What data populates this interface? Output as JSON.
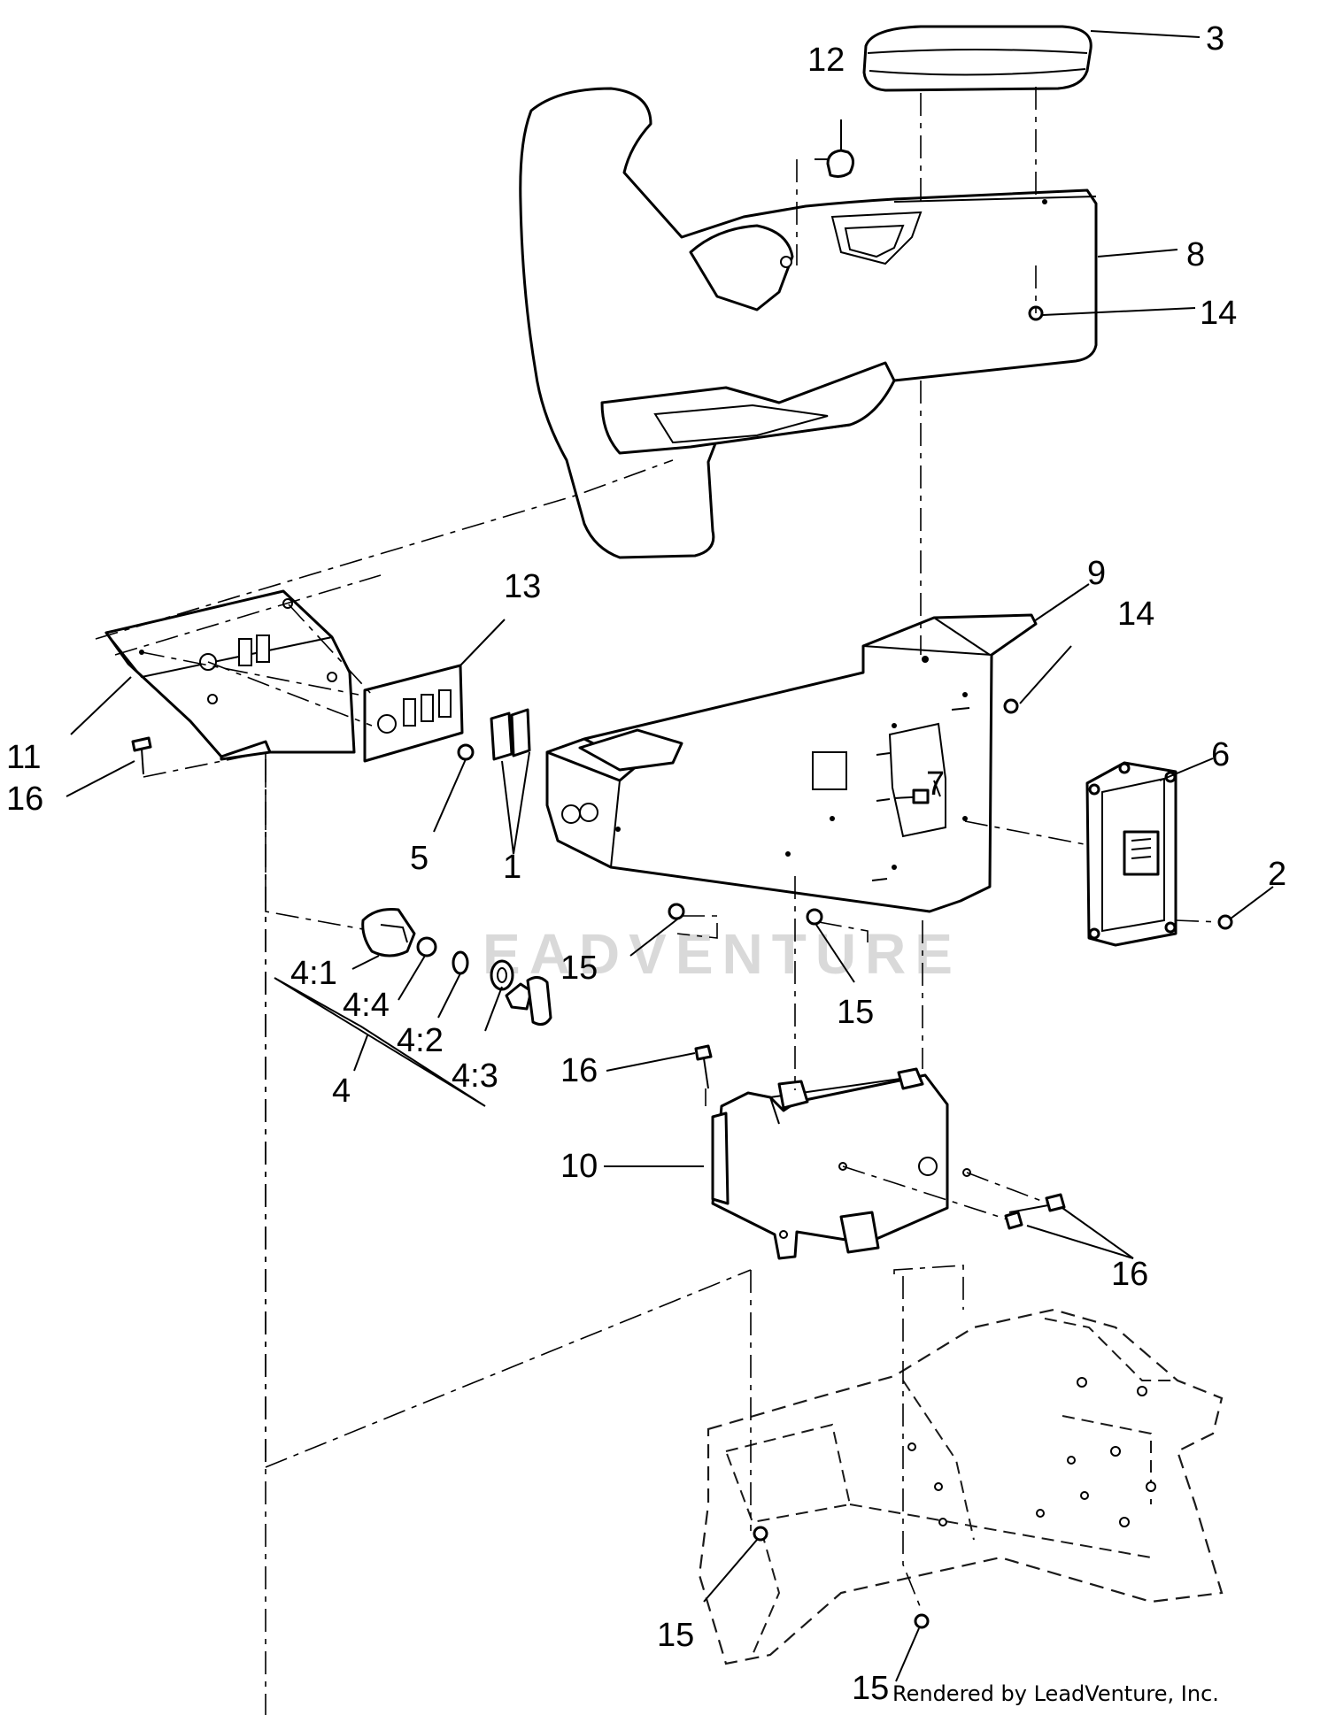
{
  "callouts": {
    "c1": "1",
    "c2": "2",
    "c3": "3",
    "c4": "4",
    "c4_1": "4:1",
    "c4_2": "4:2",
    "c4_3": "4:3",
    "c4_4": "4:4",
    "c5": "5",
    "c6": "6",
    "c7": "7",
    "c8": "8",
    "c9": "9",
    "c10": "10",
    "c11": "11",
    "c12": "12",
    "c13": "13",
    "c14a": "14",
    "c14b": "14",
    "c15a": "15",
    "c15b": "15",
    "c15c": "15",
    "c15d": "15",
    "c16a": "16",
    "c16b": "16",
    "c16c": "16"
  },
  "watermark": "EADVENTURE",
  "credit": "Rendered by LeadVenture, Inc."
}
